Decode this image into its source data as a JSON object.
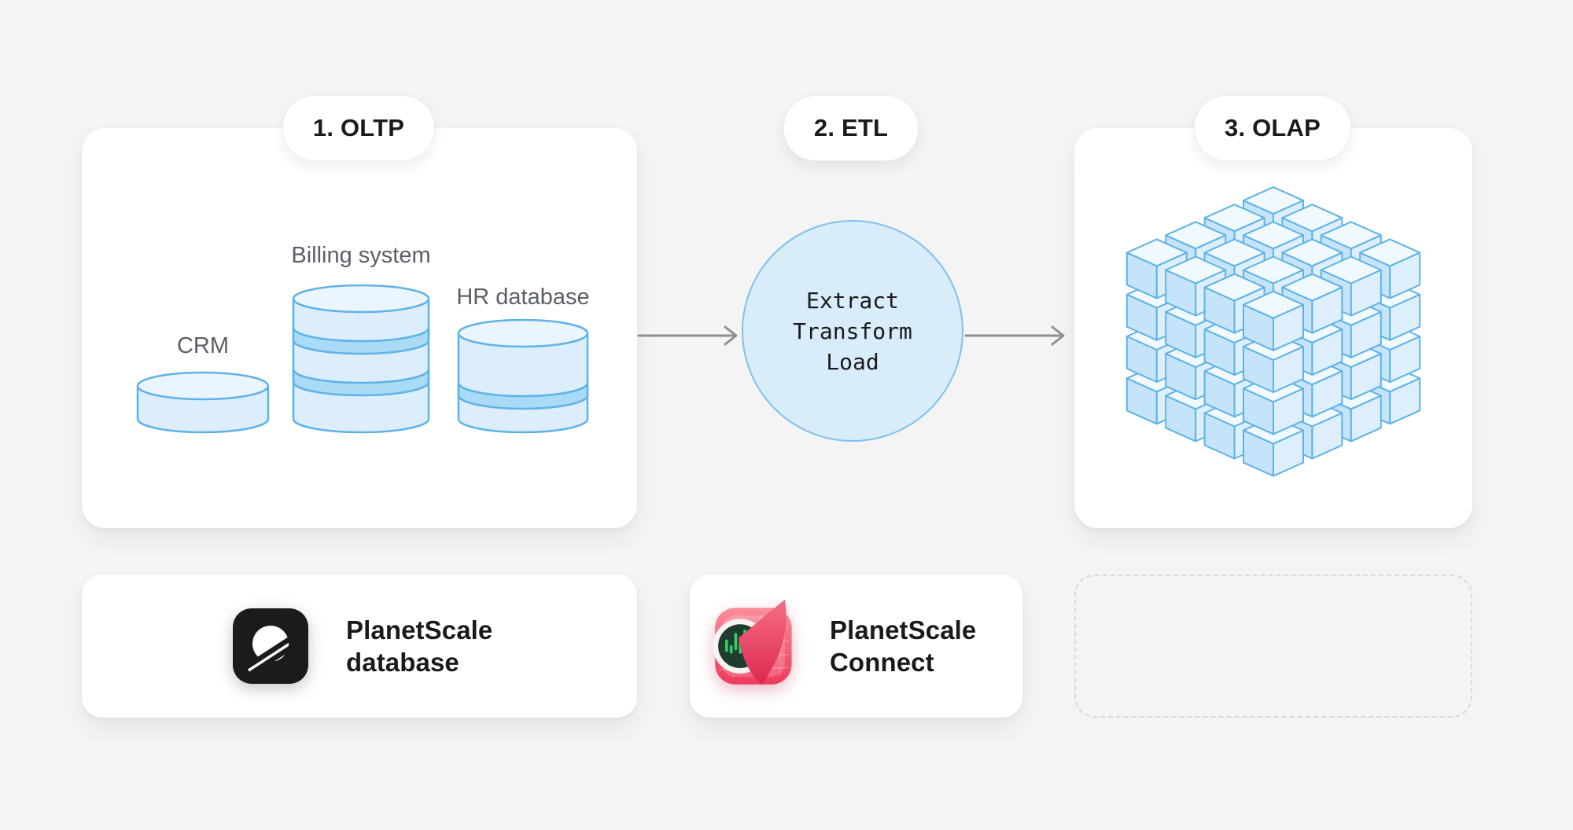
{
  "pills": [
    {
      "label": "1. OLTP"
    },
    {
      "label": "2. ETL"
    },
    {
      "label": "3. OLAP"
    }
  ],
  "oltp": {
    "cylinders": [
      {
        "label": "CRM"
      },
      {
        "label": "Billing system"
      },
      {
        "label": "HR database"
      }
    ]
  },
  "etl": {
    "line1": "Extract",
    "line2": "Transform",
    "line3": "Load"
  },
  "cards": {
    "database": {
      "title_line1": "PlanetScale",
      "title_line2": "database"
    },
    "connect": {
      "title_line1": "PlanetScale",
      "title_line2": "Connect"
    }
  },
  "colors": {
    "page_bg": "#f4f4f5",
    "card_bg": "#ffffff",
    "text_dark": "#1a1a1c",
    "text_gray": "#5a5f66",
    "dashed_border": "#d9d9dc",
    "arrow": "#8f8f92",
    "stroke_blue": "#5fb2e8",
    "cyl_body": "#dceefb",
    "cyl_top": "#eaf5fd",
    "cyl_band": "#a9daf6",
    "etl_fill": "#d8ecfa",
    "etl_stroke": "#7fc1ed",
    "cube_top": "#f0f9fe",
    "cube_left": "#c6e4f9",
    "cube_right": "#ddeffc",
    "logo_black": "#1b1b1d",
    "logo_white": "#ffffff",
    "connect_red_top": "#fb8d9b",
    "connect_red_bottom": "#ee3a5d",
    "fold_top": "#f76e83",
    "fold_bottom": "#dc2850",
    "badge_ring": "#f7f3f0",
    "badge_green_dark": "#1f3d2e",
    "badge_green": "#35d06d"
  }
}
